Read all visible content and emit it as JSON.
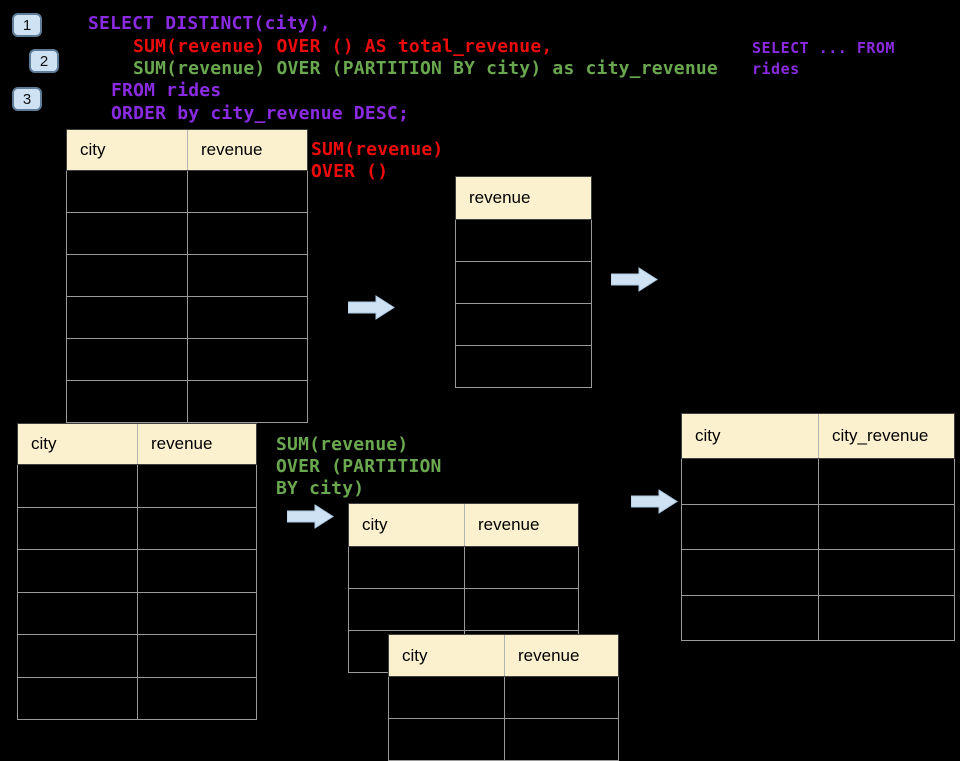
{
  "steps": [
    {
      "label": "1"
    },
    {
      "label": "2"
    },
    {
      "label": "3"
    }
  ],
  "sql": {
    "line1": "SELECT DISTINCT(city),",
    "line2": "SUM(revenue) OVER () AS total_revenue,",
    "line3": "SUM(revenue) OVER (PARTITION BY city) as city_revenue",
    "line4": "FROM rides",
    "line5": "ORDER by city_revenue DESC;"
  },
  "note": {
    "line1": "SELECT ... FROM",
    "line2": "rides"
  },
  "annotations": {
    "total": {
      "line1": "SUM(revenue)",
      "line2": "OVER ()"
    },
    "partition": {
      "line1": "SUM(revenue)",
      "line2": "OVER (PARTITION",
      "line3": "BY city)"
    }
  },
  "tables": {
    "source_top": {
      "headers": [
        "city",
        "revenue"
      ],
      "row_count": 6
    },
    "total_result": {
      "headers": [
        "revenue"
      ],
      "row_count": 4
    },
    "source_bottom": {
      "headers": [
        "city",
        "revenue"
      ],
      "row_count": 6
    },
    "partition_back": {
      "headers": [
        "city",
        "revenue"
      ],
      "row_count": 3
    },
    "partition_front": {
      "headers": [
        "city",
        "revenue"
      ],
      "row_count": 2
    },
    "city_revenue_result": {
      "headers": [
        "city",
        "city_revenue"
      ],
      "row_count": 4
    }
  },
  "colors": {
    "background": "#000000",
    "table_header_fill": "#FCF1CF",
    "table_border": "#9A9A9A",
    "keyword_purple": "#8A2BE2",
    "total_red": "#ED0C0C",
    "partition_green": "#6AA84F",
    "arrow_fill": "#CFE2F3",
    "badge_fill": "#CFE2F3"
  }
}
